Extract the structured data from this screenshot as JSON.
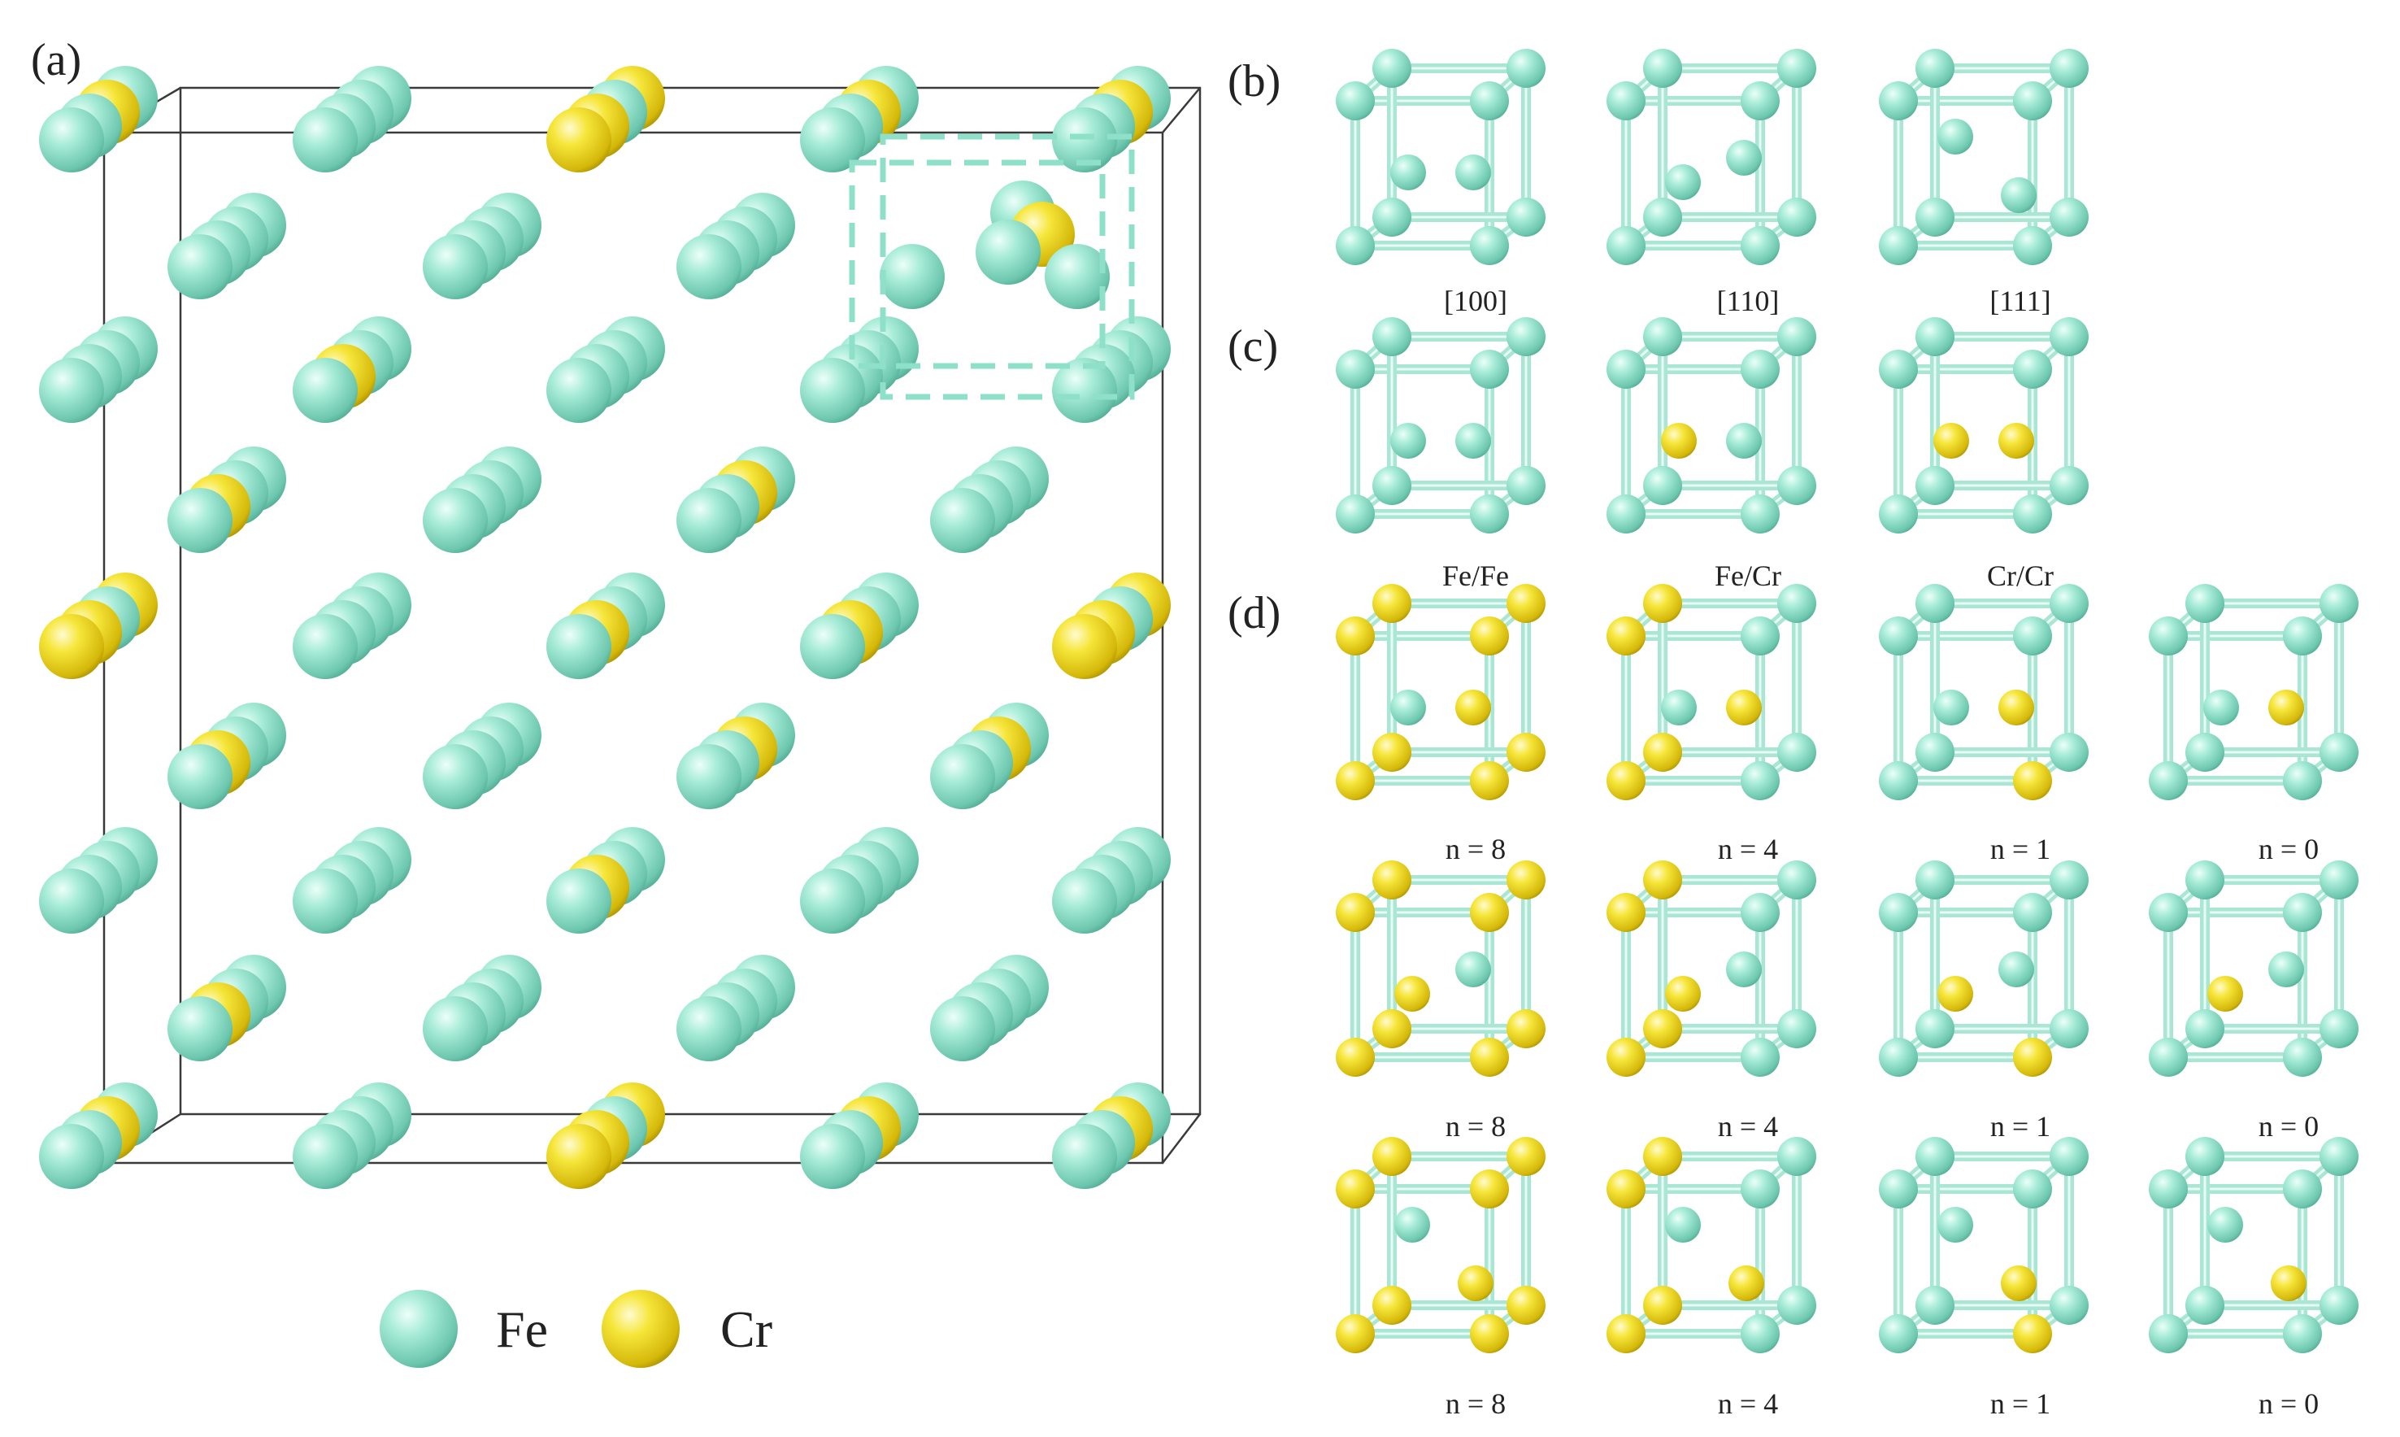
{
  "colors": {
    "fe": "#8fe0c8",
    "cr": "#f2de1a",
    "cage": "#a9e6d4",
    "frame": "#3a3a3a",
    "highlight": "#8fe0c8"
  },
  "panel_labels": [
    "(a)",
    "(b)",
    "(c)",
    "(d)"
  ],
  "legend": [
    {
      "element": "Fe",
      "color_key": "fe"
    },
    {
      "element": "Cr",
      "color_key": "cr"
    }
  ],
  "panel_b": {
    "captions": [
      "[100]",
      "[110]",
      "[111]"
    ],
    "cells": [
      {
        "dumbbell": "100",
        "centers": [
          "fe",
          "fe"
        ]
      },
      {
        "dumbbell": "110",
        "centers": [
          "fe",
          "fe"
        ]
      },
      {
        "dumbbell": "111",
        "centers": [
          "fe",
          "fe"
        ]
      }
    ]
  },
  "panel_c": {
    "captions": [
      "Fe/Fe",
      "Fe/Cr",
      "Cr/Cr"
    ],
    "cells": [
      {
        "dumbbell": "100",
        "centers": [
          "fe",
          "fe"
        ]
      },
      {
        "dumbbell": "100",
        "centers": [
          "cr",
          "fe"
        ]
      },
      {
        "dumbbell": "100",
        "centers": [
          "cr",
          "cr"
        ]
      }
    ]
  },
  "panel_d": {
    "rows": [
      {
        "captions": [
          "n = 8",
          "n = 4",
          "n = 1",
          "n = 0"
        ],
        "cells": [
          {
            "dumbbell": "100",
            "centers": [
              "fe",
              "cr"
            ],
            "cr_corners": [
              0,
              1,
              2,
              3,
              4,
              5,
              6,
              7
            ]
          },
          {
            "dumbbell": "100",
            "centers": [
              "fe",
              "cr"
            ],
            "cr_corners": [
              0,
              2,
              4,
              6
            ]
          },
          {
            "dumbbell": "100",
            "centers": [
              "fe",
              "cr"
            ],
            "cr_corners": [
              3
            ]
          },
          {
            "dumbbell": "100",
            "centers": [
              "fe",
              "cr"
            ],
            "cr_corners": []
          }
        ]
      },
      {
        "captions": [
          "n = 8",
          "n = 4",
          "n = 1",
          "n = 0"
        ],
        "cells": [
          {
            "dumbbell": "110",
            "centers": [
              "cr",
              "fe"
            ],
            "cr_corners": [
              0,
              1,
              2,
              3,
              4,
              5,
              6,
              7
            ]
          },
          {
            "dumbbell": "110",
            "centers": [
              "cr",
              "fe"
            ],
            "cr_corners": [
              0,
              2,
              4,
              6
            ]
          },
          {
            "dumbbell": "110",
            "centers": [
              "cr",
              "fe"
            ],
            "cr_corners": [
              3
            ]
          },
          {
            "dumbbell": "110",
            "centers": [
              "cr",
              "fe"
            ],
            "cr_corners": []
          }
        ]
      },
      {
        "captions": [
          "n = 8",
          "n = 4",
          "n = 1",
          "n = 0"
        ],
        "cells": [
          {
            "dumbbell": "111",
            "centers": [
              "fe",
              "cr"
            ],
            "cr_corners": [
              0,
              1,
              2,
              3,
              4,
              5,
              6,
              7
            ]
          },
          {
            "dumbbell": "111",
            "centers": [
              "fe",
              "cr"
            ],
            "cr_corners": [
              0,
              2,
              4,
              6
            ]
          },
          {
            "dumbbell": "111",
            "centers": [
              "fe",
              "cr"
            ],
            "cr_corners": [
              3
            ]
          },
          {
            "dumbbell": "111",
            "centers": [
              "fe",
              "cr"
            ],
            "cr_corners": []
          }
        ]
      }
    ]
  },
  "panel_a": {
    "description_element": "supercell",
    "corner_rows": [
      [
        "fe-cr-top",
        "fe-plain",
        "cr-front",
        "fe-cr-top",
        "fe-cr-top"
      ],
      [
        "fe-plain",
        "fe-cr-mid",
        "fe-plain",
        "fe-plain",
        "fe-plain"
      ],
      [
        "cr-front",
        "fe-plain",
        "fe-cr-mid",
        "fe-cr-mid",
        "cr-front"
      ],
      [
        "fe-plain",
        "fe-plain",
        "fe-cr-mid",
        "fe-plain",
        "fe-plain"
      ],
      [
        "fe-cr-top",
        "fe-plain",
        "cr-front",
        "fe-cr-top",
        "fe-cr-top"
      ]
    ],
    "body_rows": [
      [
        "fe-plain",
        "fe-plain",
        "fe-plain",
        "highlight"
      ],
      [
        "fe-cr-mid",
        "fe-plain",
        "fe-cr-top",
        "fe-plain"
      ],
      [
        "fe-cr-mid",
        "fe-plain",
        "fe-cr-top",
        "fe-cr-top"
      ],
      [
        "fe-cr-mid",
        "fe-plain",
        "fe-plain",
        "fe-plain"
      ]
    ]
  }
}
